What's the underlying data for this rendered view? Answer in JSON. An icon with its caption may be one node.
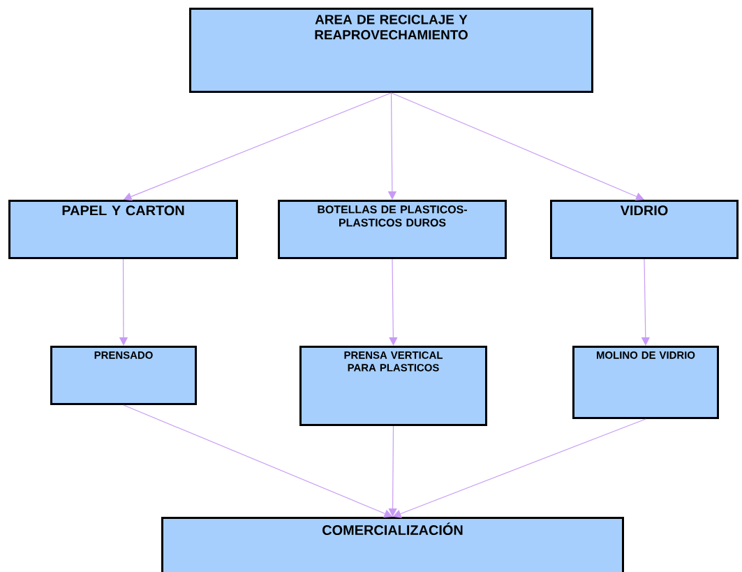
{
  "diagram": {
    "nodes": [
      {
        "text": [
          "AREA DE RECICLAJE Y REAPROVECHAMIENTO"
        ]
      },
      {
        "text": [
          "PAPEL Y CARTON"
        ]
      },
      {
        "text": [
          "BOTELLAS DE PLASTICOS- PLASTICOS DUROS"
        ]
      },
      {
        "text": [
          "VIDRIO"
        ]
      },
      {
        "text": [
          "PRENSADO"
        ]
      },
      {
        "text": [
          "PRENSA VERTICAL PARA PLASTICOS"
        ]
      },
      {
        "text": [
          "MOLINO DE VIDRIO"
        ]
      },
      {
        "text": [
          "COMERCIALIZACIÓN"
        ]
      }
    ],
    "edges": [
      {
        "from": 0,
        "to": 1,
        "arrow": "to"
      },
      {
        "from": 0,
        "to": 2,
        "arrow": "to"
      },
      {
        "from": 0,
        "to": 3,
        "arrow": "to"
      },
      {
        "from": 1,
        "to": 4,
        "arrow": "to"
      },
      {
        "from": 2,
        "to": 5,
        "arrow": "to"
      },
      {
        "from": 3,
        "to": 6,
        "arrow": "to"
      },
      {
        "from": 4,
        "to": 7,
        "arrow": "to"
      },
      {
        "from": 5,
        "to": 7,
        "arrow": "to"
      },
      {
        "from": 6,
        "to": 7,
        "arrow": "to"
      }
    ]
  }
}
